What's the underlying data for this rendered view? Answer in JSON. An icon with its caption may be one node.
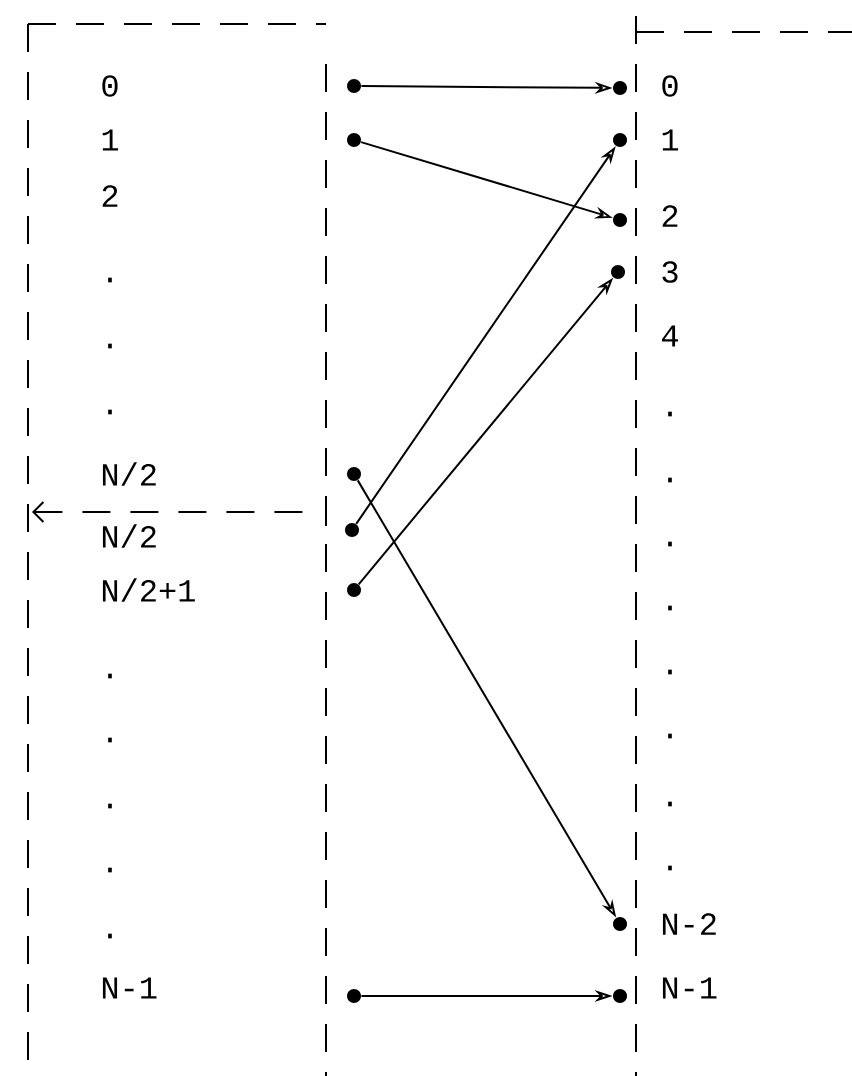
{
  "diagram": {
    "nodes": [
      {
        "text": [],
        "shape": "circle"
      },
      {
        "text": [],
        "shape": "circle"
      },
      {
        "text": [],
        "shape": "circle"
      },
      {
        "text": [],
        "shape": "circle"
      },
      {
        "text": [],
        "shape": "circle"
      },
      {
        "text": [],
        "shape": "circle"
      },
      {
        "text": [],
        "shape": "circle"
      },
      {
        "text": [],
        "shape": "circle"
      },
      {
        "text": [],
        "shape": "circle"
      },
      {
        "text": [],
        "shape": "circle"
      },
      {
        "text": [],
        "shape": "circle"
      },
      {
        "text": [],
        "shape": "circle"
      }
    ],
    "edges": [
      {
        "from": 0,
        "to": 6,
        "arrow": "to"
      },
      {
        "from": 1,
        "to": 8,
        "arrow": "to"
      },
      {
        "from": 2,
        "to": 10,
        "arrow": "to"
      },
      {
        "from": 3,
        "to": 7,
        "arrow": "to"
      },
      {
        "from": 4,
        "to": 9,
        "arrow": "to"
      },
      {
        "from": 5,
        "to": 11,
        "arrow": "to"
      }
    ],
    "labels": [
      "0",
      "1",
      "2",
      ".",
      ".",
      ".",
      "N/2",
      "N/2",
      "N/2+1",
      ".",
      ".",
      ".",
      ".",
      ".",
      "N-1",
      "0",
      "1",
      "2",
      "3",
      "4",
      ".",
      ".",
      ".",
      ".",
      ".",
      ".",
      ".",
      ".",
      "N-2",
      "N-1"
    ]
  }
}
